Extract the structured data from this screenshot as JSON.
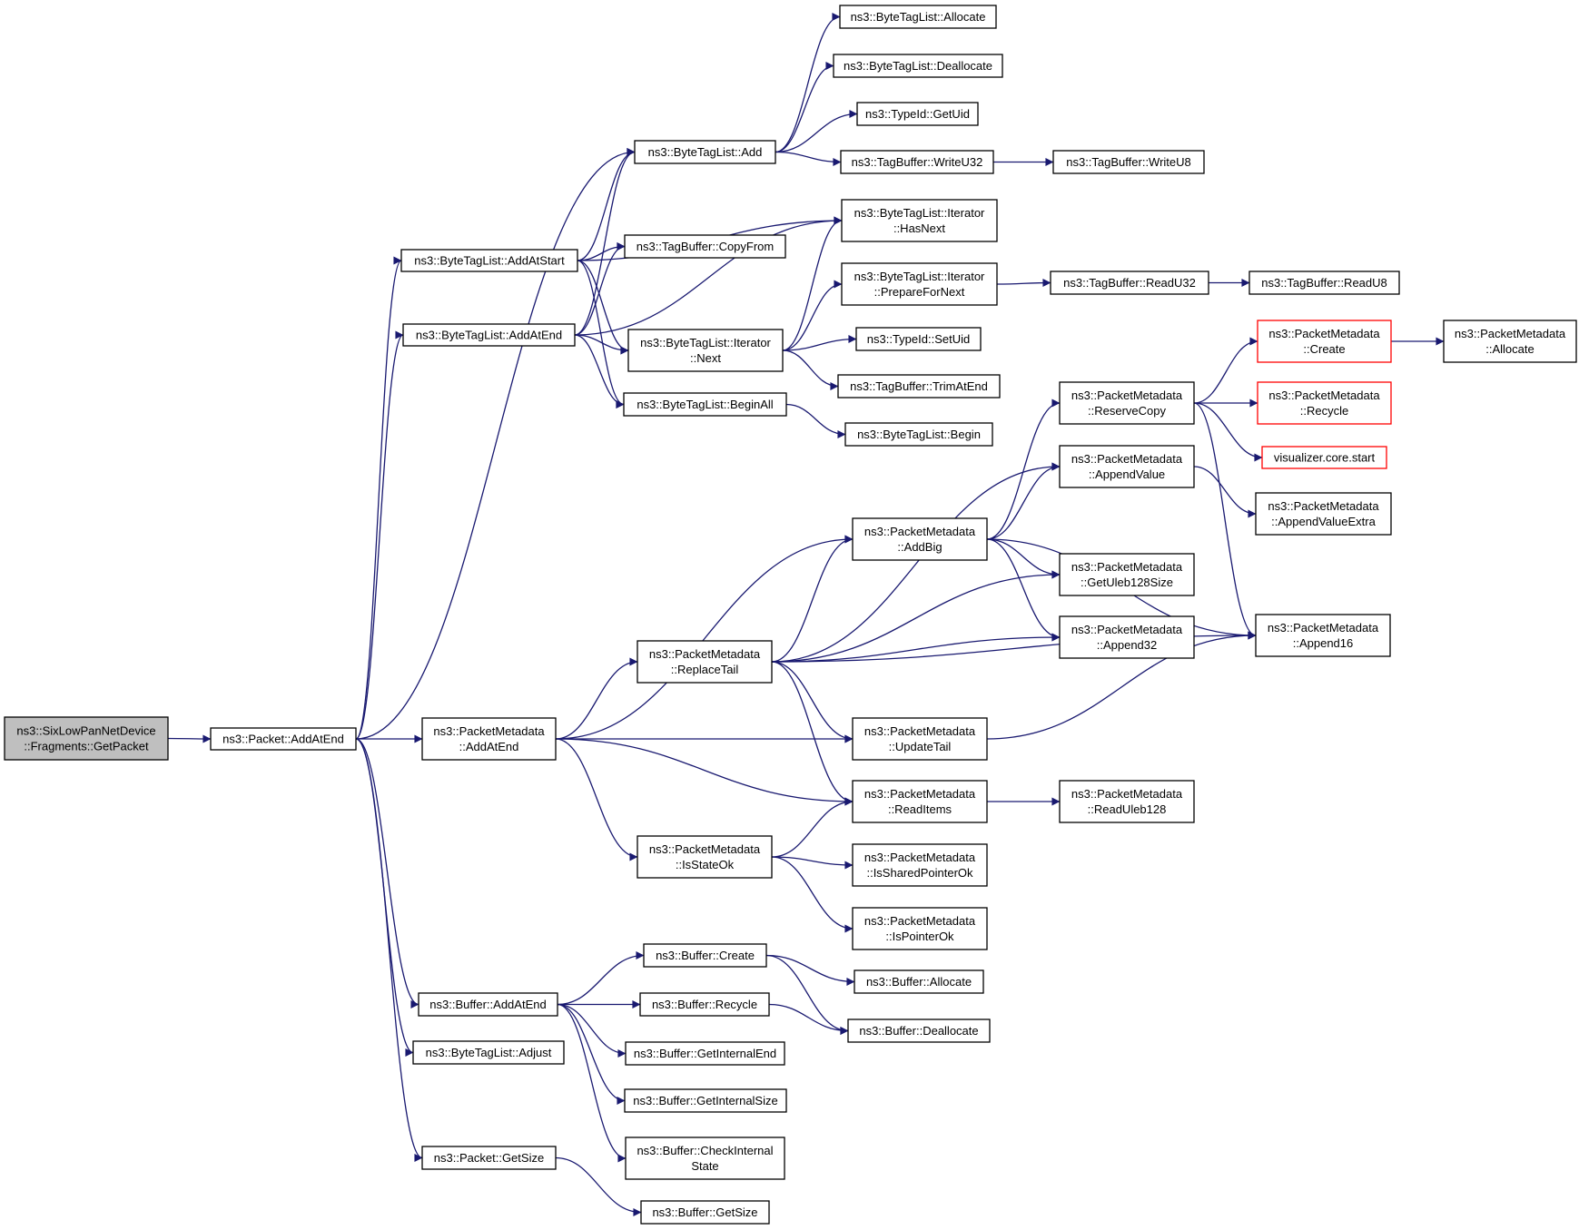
{
  "diagram": {
    "type": "call-graph",
    "colors": {
      "edge": "#191970",
      "root_fill": "#bfbfbf",
      "node_border": "#000000",
      "truncated_border": "#ff0000"
    },
    "nodes": [
      {
        "id": "root",
        "lines": [
          "ns3::SixLowPanNetDevice",
          "::Fragments::GetPacket"
        ],
        "style": "root"
      },
      {
        "id": "pkt_addatend",
        "lines": [
          "ns3::Packet::AddAtEnd"
        ]
      },
      {
        "id": "btl_add",
        "lines": [
          "ns3::ByteTagList::Add"
        ]
      },
      {
        "id": "btl_allocate",
        "lines": [
          "ns3::ByteTagList::Allocate"
        ]
      },
      {
        "id": "btl_deallocate",
        "lines": [
          "ns3::ByteTagList::Deallocate"
        ]
      },
      {
        "id": "typeid_getuid",
        "lines": [
          "ns3::TypeId::GetUid"
        ]
      },
      {
        "id": "tb_writeu32",
        "lines": [
          "ns3::TagBuffer::WriteU32"
        ]
      },
      {
        "id": "tb_writeu8",
        "lines": [
          "ns3::TagBuffer::WriteU8"
        ]
      },
      {
        "id": "btl_addatstart",
        "lines": [
          "ns3::ByteTagList::AddAtStart"
        ]
      },
      {
        "id": "it_hasnext",
        "lines": [
          "ns3::ByteTagList::Iterator",
          "::HasNext"
        ]
      },
      {
        "id": "tb_copyfrom",
        "lines": [
          "ns3::TagBuffer::CopyFrom"
        ]
      },
      {
        "id": "it_preparefornext",
        "lines": [
          "ns3::ByteTagList::Iterator",
          "::PrepareForNext"
        ]
      },
      {
        "id": "tb_readu32",
        "lines": [
          "ns3::TagBuffer::ReadU32"
        ]
      },
      {
        "id": "tb_readu8",
        "lines": [
          "ns3::TagBuffer::ReadU8"
        ]
      },
      {
        "id": "btl_addatend",
        "lines": [
          "ns3::ByteTagList::AddAtEnd"
        ]
      },
      {
        "id": "it_next",
        "lines": [
          "ns3::ByteTagList::Iterator",
          "::Next"
        ]
      },
      {
        "id": "typeid_setuid",
        "lines": [
          "ns3::TypeId::SetUid"
        ]
      },
      {
        "id": "tb_trimatend",
        "lines": [
          "ns3::TagBuffer::TrimAtEnd"
        ]
      },
      {
        "id": "btl_beginall",
        "lines": [
          "ns3::ByteTagList::BeginAll"
        ]
      },
      {
        "id": "btl_begin",
        "lines": [
          "ns3::ByteTagList::Begin"
        ]
      },
      {
        "id": "pm_create",
        "lines": [
          "ns3::PacketMetadata",
          "::Create"
        ],
        "style": "truncated"
      },
      {
        "id": "pm_allocate",
        "lines": [
          "ns3::PacketMetadata",
          "::Allocate"
        ]
      },
      {
        "id": "pm_reservecopy",
        "lines": [
          "ns3::PacketMetadata",
          "::ReserveCopy"
        ]
      },
      {
        "id": "pm_recycle",
        "lines": [
          "ns3::PacketMetadata",
          "::Recycle"
        ],
        "style": "truncated"
      },
      {
        "id": "viz_start",
        "lines": [
          "visualizer.core.start"
        ],
        "style": "truncated"
      },
      {
        "id": "pm_appendvalue",
        "lines": [
          "ns3::PacketMetadata",
          "::AppendValue"
        ]
      },
      {
        "id": "pm_appendvalueextra",
        "lines": [
          "ns3::PacketMetadata",
          "::AppendValueExtra"
        ]
      },
      {
        "id": "pm_addbig",
        "lines": [
          "ns3::PacketMetadata",
          "::AddBig"
        ]
      },
      {
        "id": "pm_getuleb128size",
        "lines": [
          "ns3::PacketMetadata",
          "::GetUleb128Size"
        ]
      },
      {
        "id": "pm_append32",
        "lines": [
          "ns3::PacketMetadata",
          "::Append32"
        ]
      },
      {
        "id": "pm_append16",
        "lines": [
          "ns3::PacketMetadata",
          "::Append16"
        ]
      },
      {
        "id": "pm_replacetail",
        "lines": [
          "ns3::PacketMetadata",
          "::ReplaceTail"
        ]
      },
      {
        "id": "pm_addatend",
        "lines": [
          "ns3::PacketMetadata",
          "::AddAtEnd"
        ]
      },
      {
        "id": "pm_updatetail",
        "lines": [
          "ns3::PacketMetadata",
          "::UpdateTail"
        ]
      },
      {
        "id": "pm_readitems",
        "lines": [
          "ns3::PacketMetadata",
          "::ReadItems"
        ]
      },
      {
        "id": "pm_readuleb128",
        "lines": [
          "ns3::PacketMetadata",
          "::ReadUleb128"
        ]
      },
      {
        "id": "pm_isstateok",
        "lines": [
          "ns3::PacketMetadata",
          "::IsStateOk"
        ]
      },
      {
        "id": "pm_issharedpointerok",
        "lines": [
          "ns3::PacketMetadata",
          "::IsSharedPointerOk"
        ]
      },
      {
        "id": "pm_ispointerok",
        "lines": [
          "ns3::PacketMetadata",
          "::IsPointerOk"
        ]
      },
      {
        "id": "buf_create",
        "lines": [
          "ns3::Buffer::Create"
        ]
      },
      {
        "id": "buf_allocate",
        "lines": [
          "ns3::Buffer::Allocate"
        ]
      },
      {
        "id": "buf_addatend",
        "lines": [
          "ns3::Buffer::AddAtEnd"
        ]
      },
      {
        "id": "buf_recycle",
        "lines": [
          "ns3::Buffer::Recycle"
        ]
      },
      {
        "id": "buf_deallocate",
        "lines": [
          "ns3::Buffer::Deallocate"
        ]
      },
      {
        "id": "buf_getinternalend",
        "lines": [
          "ns3::Buffer::GetInternalEnd"
        ]
      },
      {
        "id": "btl_adjust",
        "lines": [
          "ns3::ByteTagList::Adjust"
        ]
      },
      {
        "id": "buf_getinternalsize",
        "lines": [
          "ns3::Buffer::GetInternalSize"
        ]
      },
      {
        "id": "buf_checkinternalstate",
        "lines": [
          "ns3::Buffer::CheckInternal",
          "State"
        ]
      },
      {
        "id": "pkt_getsize",
        "lines": [
          "ns3::Packet::GetSize"
        ]
      },
      {
        "id": "buf_getsize",
        "lines": [
          "ns3::Buffer::GetSize"
        ]
      }
    ],
    "edges": [
      [
        "root",
        "pkt_addatend"
      ],
      [
        "pkt_addatend",
        "btl_add"
      ],
      [
        "pkt_addatend",
        "btl_addatstart"
      ],
      [
        "pkt_addatend",
        "btl_addatend"
      ],
      [
        "pkt_addatend",
        "pm_addatend"
      ],
      [
        "pkt_addatend",
        "buf_addatend"
      ],
      [
        "pkt_addatend",
        "btl_adjust"
      ],
      [
        "pkt_addatend",
        "pkt_getsize"
      ],
      [
        "btl_add",
        "btl_allocate"
      ],
      [
        "btl_add",
        "btl_deallocate"
      ],
      [
        "btl_add",
        "typeid_getuid"
      ],
      [
        "btl_add",
        "tb_writeu32"
      ],
      [
        "tb_writeu32",
        "tb_writeu8"
      ],
      [
        "btl_addatstart",
        "btl_add"
      ],
      [
        "btl_addatstart",
        "it_hasnext"
      ],
      [
        "btl_addatstart",
        "tb_copyfrom"
      ],
      [
        "btl_addatstart",
        "it_next"
      ],
      [
        "btl_addatstart",
        "btl_beginall"
      ],
      [
        "btl_addatend",
        "btl_add"
      ],
      [
        "btl_addatend",
        "it_hasnext"
      ],
      [
        "btl_addatend",
        "tb_copyfrom"
      ],
      [
        "btl_addatend",
        "it_next"
      ],
      [
        "btl_addatend",
        "btl_beginall"
      ],
      [
        "it_next",
        "it_hasnext"
      ],
      [
        "it_next",
        "it_preparefornext"
      ],
      [
        "it_next",
        "typeid_setuid"
      ],
      [
        "it_next",
        "tb_trimatend"
      ],
      [
        "it_preparefornext",
        "tb_readu32"
      ],
      [
        "tb_readu32",
        "tb_readu8"
      ],
      [
        "btl_beginall",
        "btl_begin"
      ],
      [
        "pm_reservecopy",
        "pm_create"
      ],
      [
        "pm_reservecopy",
        "pm_recycle"
      ],
      [
        "pm_reservecopy",
        "viz_start"
      ],
      [
        "pm_reservecopy",
        "pm_append16"
      ],
      [
        "pm_create",
        "pm_allocate"
      ],
      [
        "pm_appendvalue",
        "pm_appendvalueextra"
      ],
      [
        "pm_addbig",
        "pm_reservecopy"
      ],
      [
        "pm_addbig",
        "pm_appendvalue"
      ],
      [
        "pm_addbig",
        "pm_getuleb128size"
      ],
      [
        "pm_addbig",
        "pm_append32"
      ],
      [
        "pm_addbig",
        "pm_append16"
      ],
      [
        "pm_replacetail",
        "pm_appendvalue"
      ],
      [
        "pm_replacetail",
        "pm_addbig"
      ],
      [
        "pm_replacetail",
        "pm_getuleb128size"
      ],
      [
        "pm_replacetail",
        "pm_append32"
      ],
      [
        "pm_replacetail",
        "pm_append16"
      ],
      [
        "pm_replacetail",
        "pm_updatetail"
      ],
      [
        "pm_replacetail",
        "pm_readitems"
      ],
      [
        "pm_addatend",
        "pm_addbig"
      ],
      [
        "pm_addatend",
        "pm_replacetail"
      ],
      [
        "pm_addatend",
        "pm_updatetail"
      ],
      [
        "pm_addatend",
        "pm_readitems"
      ],
      [
        "pm_addatend",
        "pm_isstateok"
      ],
      [
        "pm_updatetail",
        "pm_append16"
      ],
      [
        "pm_readitems",
        "pm_readuleb128"
      ],
      [
        "pm_isstateok",
        "pm_readitems"
      ],
      [
        "pm_isstateok",
        "pm_issharedpointerok"
      ],
      [
        "pm_isstateok",
        "pm_ispointerok"
      ],
      [
        "buf_addatend",
        "buf_create"
      ],
      [
        "buf_addatend",
        "buf_recycle"
      ],
      [
        "buf_addatend",
        "buf_getinternalend"
      ],
      [
        "buf_addatend",
        "buf_getinternalsize"
      ],
      [
        "buf_addatend",
        "buf_checkinternalstate"
      ],
      [
        "buf_create",
        "buf_allocate"
      ],
      [
        "buf_create",
        "buf_deallocate"
      ],
      [
        "buf_recycle",
        "buf_deallocate"
      ],
      [
        "pkt_getsize",
        "buf_getsize"
      ]
    ]
  }
}
